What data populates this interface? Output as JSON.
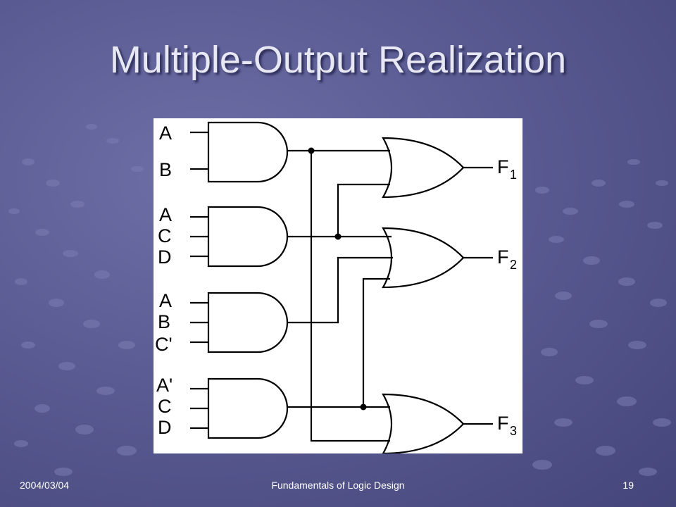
{
  "slide": {
    "title": "Multiple-Output Realization"
  },
  "diagram": {
    "gate1_inputs": [
      "A",
      "B"
    ],
    "gate2_inputs": [
      "A",
      "C",
      "D"
    ],
    "gate3_inputs": [
      "A",
      "B",
      "C'"
    ],
    "gate4_inputs": [
      "A'",
      "C",
      "D"
    ],
    "outputs": [
      {
        "main": "F",
        "sub": "1"
      },
      {
        "main": "F",
        "sub": "2"
      },
      {
        "main": "F",
        "sub": "3"
      }
    ]
  },
  "footer": {
    "date": "2004/03/04",
    "course": "Fundamentals of Logic Design",
    "page": "19"
  }
}
